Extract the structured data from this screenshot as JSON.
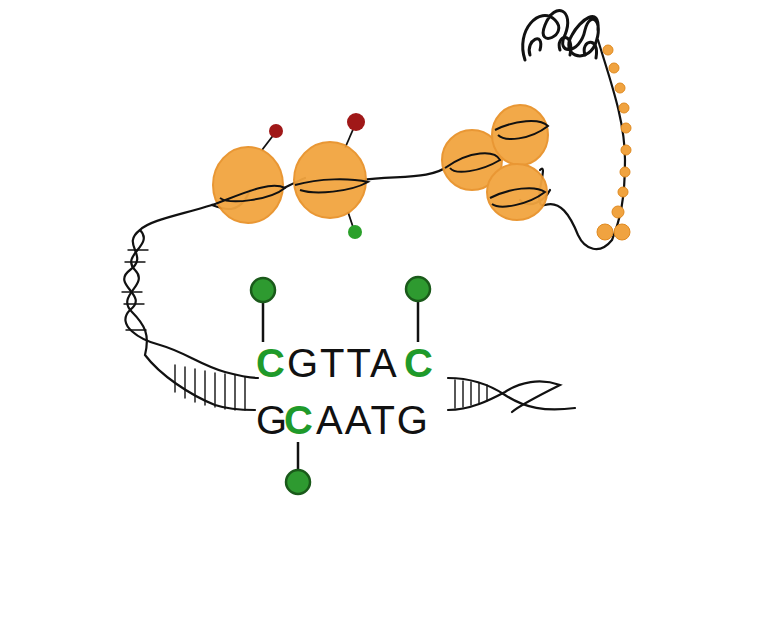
{
  "diagram": {
    "labels": [
      "C",
      "GTTA",
      "C",
      "G",
      "C",
      "AATG"
    ]
  }
}
